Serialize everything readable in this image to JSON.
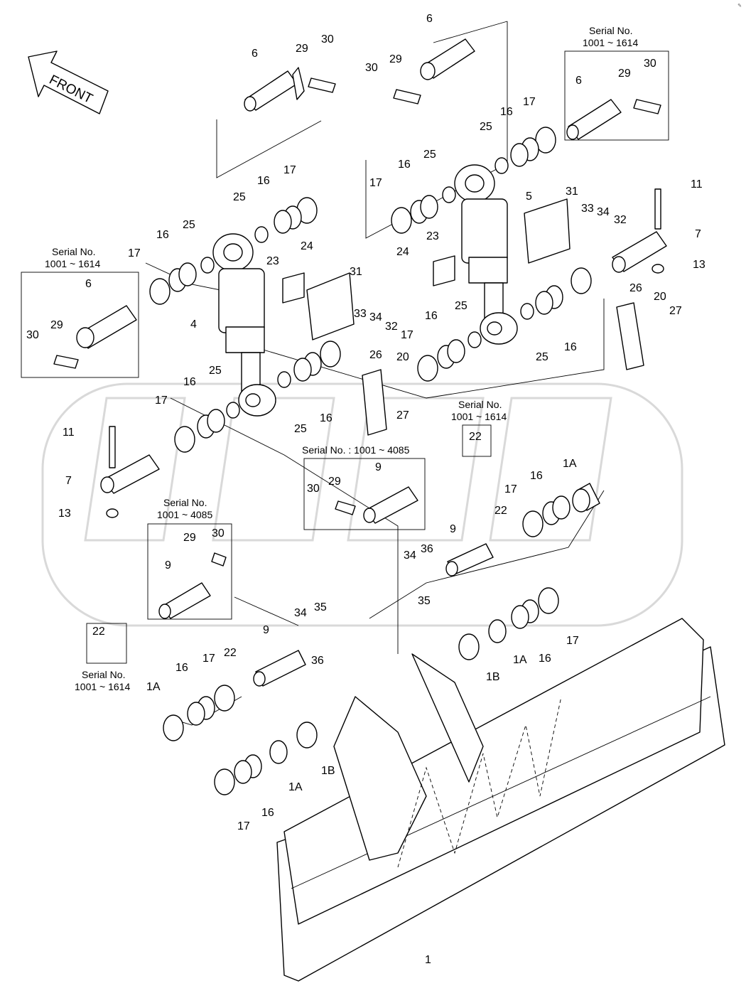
{
  "diagram": {
    "type": "exploded parts drawing",
    "front_label": "FRONT",
    "serial_boxes": [
      {
        "line1": "Serial No.",
        "line2": "1001 ~ 1614"
      },
      {
        "line1": "Serial No.",
        "line2": "1001 ~ 1614"
      },
      {
        "line1": "Serial No.",
        "line2": "1001 ~ 1614"
      },
      {
        "line1": "Serial No. : 1001 ~ 4085",
        "line2": ""
      },
      {
        "line1": "Serial No.",
        "line2": "1001 ~ 4085"
      },
      {
        "line1": "Serial No.",
        "line2": "1001 ~ 1614"
      }
    ],
    "callouts": [
      "6",
      "29",
      "30",
      "6",
      "29",
      "30",
      "6",
      "29",
      "30",
      "6",
      "29",
      "30",
      "16",
      "17",
      "25",
      "16",
      "17",
      "25",
      "16",
      "17",
      "25",
      "16",
      "17",
      "25",
      "4",
      "5",
      "23",
      "24",
      "23",
      "24",
      "31",
      "33",
      "34",
      "32",
      "31",
      "33",
      "34",
      "32",
      "11",
      "7",
      "13",
      "11",
      "7",
      "13",
      "26",
      "20",
      "27",
      "26",
      "20",
      "27",
      "16",
      "17",
      "25",
      "16",
      "25",
      "16",
      "17",
      "25",
      "16",
      "25",
      "22",
      "1A",
      "16",
      "17",
      "22",
      "9",
      "9",
      "9",
      "9",
      "34",
      "36",
      "35",
      "34",
      "35",
      "36",
      "30",
      "29",
      "30",
      "29",
      "22",
      "1A",
      "16",
      "17",
      "22",
      "1B",
      "1A",
      "16",
      "17",
      "1B",
      "1A",
      "16",
      "17",
      "1"
    ]
  }
}
